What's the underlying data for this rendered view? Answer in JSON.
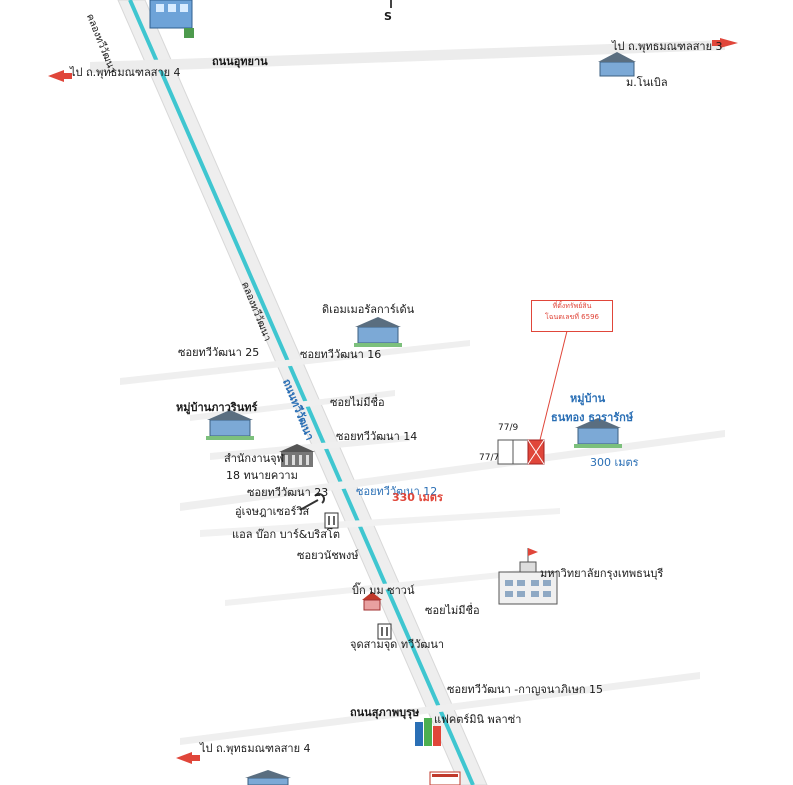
{
  "compass": {
    "south": "S"
  },
  "roads": {
    "uthayan": "ถนนอุทยาน",
    "suphapburut": "ถนนสุภาพบุรุษ",
    "to_buddhamonthon_3": "ไป ถ.พุทธมณฑลสาย 3",
    "to_buddhamonthon_4_top": "ไป ถ.พุทธมณฑลสาย 4",
    "to_buddhamonthon_4_bottom": "ไป ถ.พุทธมณฑลสาย 4"
  },
  "places": {
    "monobel": "ม.โนเบิล",
    "dm_garden": "ดิเอมเมอรัลการ์เด้น",
    "phawarin": "หมู่บ้านภาวรินทร์",
    "notary_office": "สำนักงานจุฬ",
    "notary_office_sub": "18 ทนายความ",
    "garage": "อู่เจษฎาเซอร์วิส",
    "restaurant": "แอล บ๊อก บาร์&บริสโต",
    "big_home": "บิ๊ก มม ซาวน์",
    "jud_sam_jud": "จุดสามจุด ทวีวัฒนา",
    "university": "มหาวิทยาลัยกรุงเทพธนบุรี",
    "mini_plaza": "แฟคตร์มินิ พลาซ่า",
    "village_thanthong_1": "หมู่บ้าน",
    "village_thanthong_2": "ธนทอง ธารารักษ์"
  },
  "sois": {
    "soi25": "ซอยทวีวัฒนา 25",
    "soi16": "ซอยทวีวัฒนา 16",
    "soi_no_name_1": "ซอยไม่มีชื่อ",
    "soi14": "ซอยทวีวัฒนา 14",
    "soi23": "ซอยทวีวัฒนา 23",
    "soi12": "ซอยทวีวัฒนา 12",
    "soi_wanatchapong": "ซอยวนัชพงษ์",
    "soi_no_name_2": "ซอยไม่มีชื่อ",
    "soi_kanchana": "ซอยทวีวัฒนา -กาญจนาภิเษก 15"
  },
  "canal": {
    "label": "คลองทวีวัฒนา"
  },
  "main_road": {
    "label": "ถนนทวีวัฒนา"
  },
  "property": {
    "callout_line1": "ที่ตั้งทรัพย์สิน",
    "callout_line2": "โฉนดเลขที่ 6596",
    "plot_a": "77/9",
    "plot_b": "77/7"
  },
  "distances": {
    "soi12": "330 เมตร",
    "village": "300 เมตร"
  },
  "colors": {
    "canal": "#3fc6d0",
    "road": "#ececec",
    "arrow": "#e0463a",
    "blue_text": "#2a6fb5",
    "red_text": "#e0463a"
  }
}
